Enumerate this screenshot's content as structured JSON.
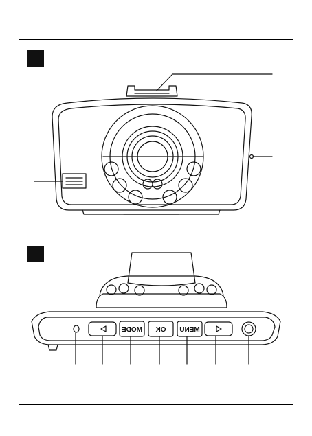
{
  "manual": {
    "figure_1": {
      "name": "front-view"
    },
    "figure_2": {
      "name": "top-view",
      "buttons": {
        "mode": "MODE",
        "ok": "OK",
        "menu": "MENU"
      }
    }
  },
  "colors": {
    "line": "#111111",
    "marker": "#111111",
    "background": "#ffffff"
  }
}
